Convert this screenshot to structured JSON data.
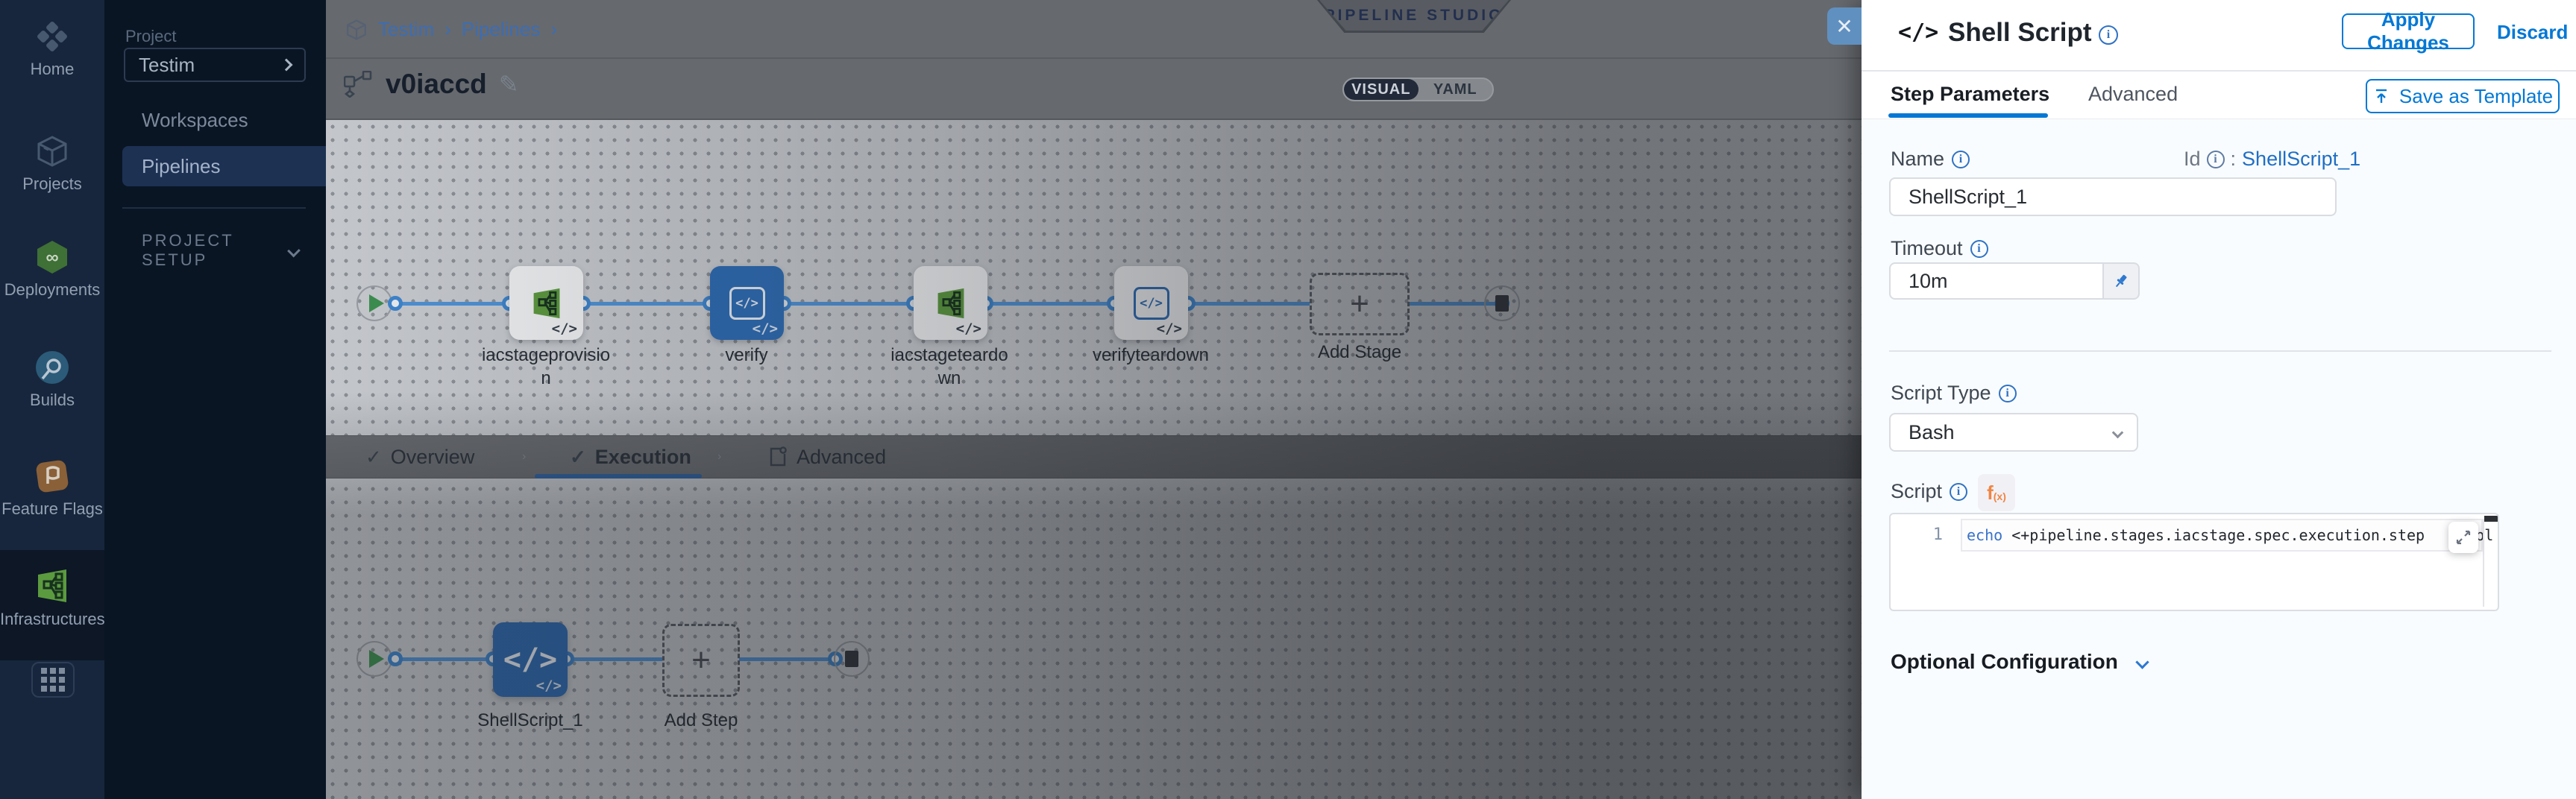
{
  "app": {
    "close_glyph": "✕"
  },
  "colors": {
    "accent": "#0278d5",
    "selected_node": "#2e6cb5",
    "graph_line": "#4f93d8",
    "rail_bg": "#17263c",
    "panel_bg": "#0a1524"
  },
  "rail": {
    "items": [
      {
        "label": "Home"
      },
      {
        "label": "Projects"
      },
      {
        "label": "Deployments"
      },
      {
        "label": "Builds"
      },
      {
        "label": "Feature Flags"
      },
      {
        "label": "Infrastructures"
      }
    ]
  },
  "project_panel": {
    "section_label": "Project",
    "project_name": "Testim",
    "items": [
      {
        "label": "Workspaces"
      },
      {
        "label": "Pipelines"
      }
    ],
    "setup_label": "PROJECT SETUP"
  },
  "header": {
    "breadcrumb": {
      "items": [
        "Testim",
        "Pipelines"
      ],
      "sep": "›"
    },
    "studio_badge": "PIPELINE STUDIO",
    "pipeline_name": "v0iaccd",
    "edit_glyph": "✎",
    "toggle": {
      "visual": "VISUAL",
      "yaml": "YAML"
    }
  },
  "pipeline": {
    "check_glyph": "✓",
    "sep_glyph": "›",
    "add_glyph": "+",
    "code_badge": "</>",
    "stages": [
      {
        "lines": [
          "iacstageprovisio",
          "n"
        ]
      },
      {
        "lines": [
          "verify"
        ]
      },
      {
        "lines": [
          "iacstageteardo",
          "wn"
        ]
      },
      {
        "lines": [
          "verifyteardown"
        ]
      }
    ],
    "add_stage_label": "Add Stage",
    "tabs": [
      {
        "label": "Overview"
      },
      {
        "label": "Execution"
      },
      {
        "label": "Advanced"
      }
    ],
    "execution": {
      "step_label": "ShellScript_1",
      "add_step_label": "Add Step"
    }
  },
  "drawer": {
    "icon": "</>",
    "title": "Shell Script",
    "apply_label": "Apply Changes",
    "discard_label": "Discard",
    "tabs": [
      {
        "label": "Step Parameters"
      },
      {
        "label": "Advanced"
      }
    ],
    "save_template_label": "Save as Template",
    "fields": {
      "name_label": "Name",
      "name_value": "ShellScript_1",
      "id_label": "Id",
      "id_sep": ":",
      "id_value": "ShellScript_1",
      "timeout_label": "Timeout",
      "timeout_value": "10m",
      "script_type_label": "Script Type",
      "script_type_value": "Bash",
      "script_label": "Script",
      "fx_main": "f",
      "fx_sub": "(x)",
      "line_no": "1",
      "code_cmd": "echo",
      "code_rest": " <+pipeline.stages.iacstage.spec.execution.step",
      "code_tail": "ppl",
      "optional_label": "Optional Configuration"
    },
    "info_glyph": "i"
  }
}
